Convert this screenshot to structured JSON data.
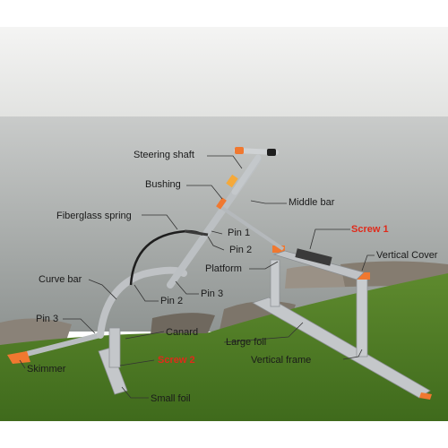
{
  "labels": {
    "steering_shaft": "Steering shaft",
    "bushing": "Bushing",
    "middle_bar": "Middle bar",
    "fiberglass_spring": "Fiberglass spring",
    "pin_1": "Pin 1",
    "screw_1": "Screw 1",
    "pin_2_upper": "Pin 2",
    "vertical_cover": "Vertical Cover",
    "platform": "Platform",
    "curve_bar": "Curve bar",
    "pin_3_upper": "Pin 3",
    "pin_2_lower": "Pin 2",
    "pin_3_lower": "Pin 3",
    "canard": "Canard",
    "large_foil": "Large foil",
    "screw_2": "Screw 2",
    "vertical_frame": "Vertical frame",
    "skimmer": "Skimmer",
    "small_foil": "Small foil"
  },
  "colors": {
    "sky": "#e6e6e4",
    "water": "#9a9e9c",
    "grass": "#4f7a26",
    "frame": "#b8bcc0",
    "accent": "#f07830",
    "spring": "#1e1e1e",
    "callout_red": "#e02a1a"
  }
}
